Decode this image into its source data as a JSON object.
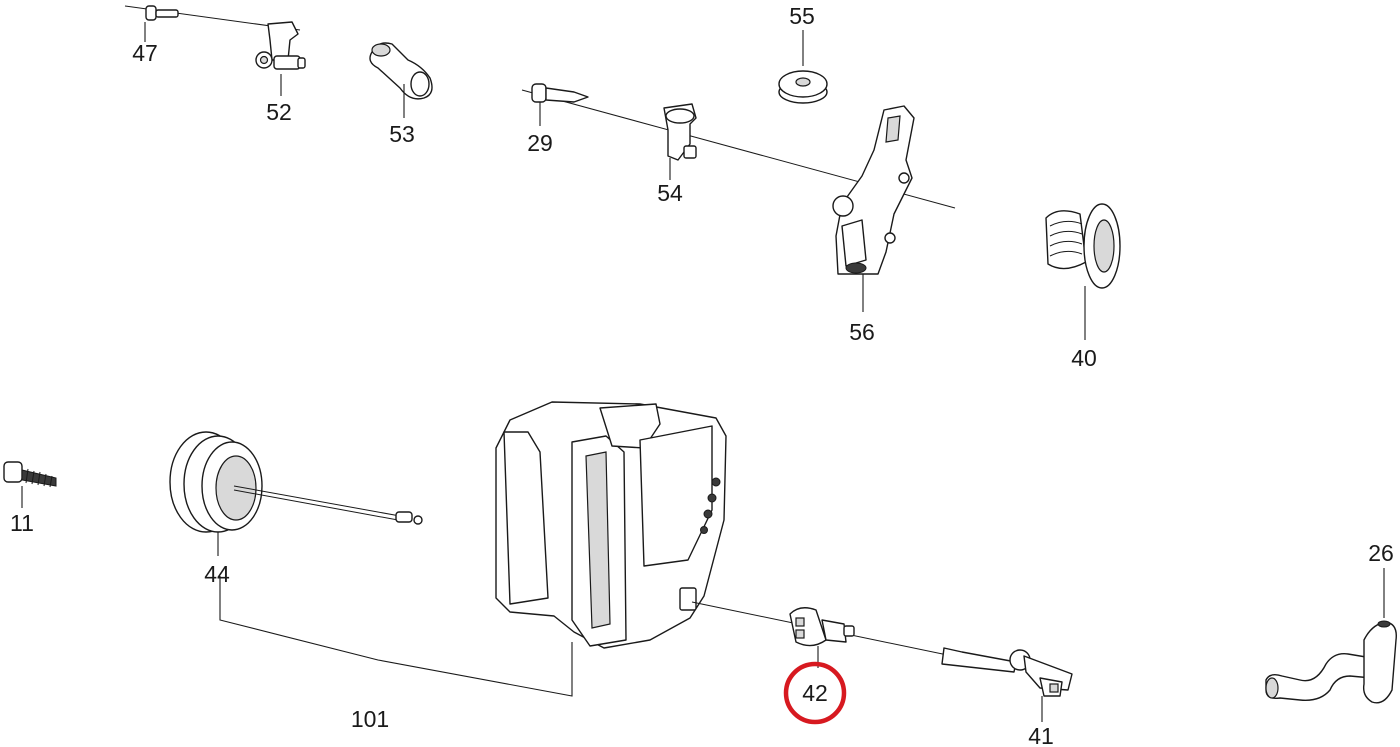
{
  "parts": [
    {
      "id": "47",
      "label": "47"
    },
    {
      "id": "52",
      "label": "52"
    },
    {
      "id": "53",
      "label": "53"
    },
    {
      "id": "55",
      "label": "55"
    },
    {
      "id": "29",
      "label": "29"
    },
    {
      "id": "54",
      "label": "54"
    },
    {
      "id": "56",
      "label": "56"
    },
    {
      "id": "40",
      "label": "40"
    },
    {
      "id": "11",
      "label": "11"
    },
    {
      "id": "44",
      "label": "44"
    },
    {
      "id": "101",
      "label": "101"
    },
    {
      "id": "42",
      "label": "42"
    },
    {
      "id": "41",
      "label": "41"
    },
    {
      "id": "26",
      "label": "26"
    }
  ],
  "highlight": {
    "part_id": "42",
    "color": "#d71920"
  }
}
